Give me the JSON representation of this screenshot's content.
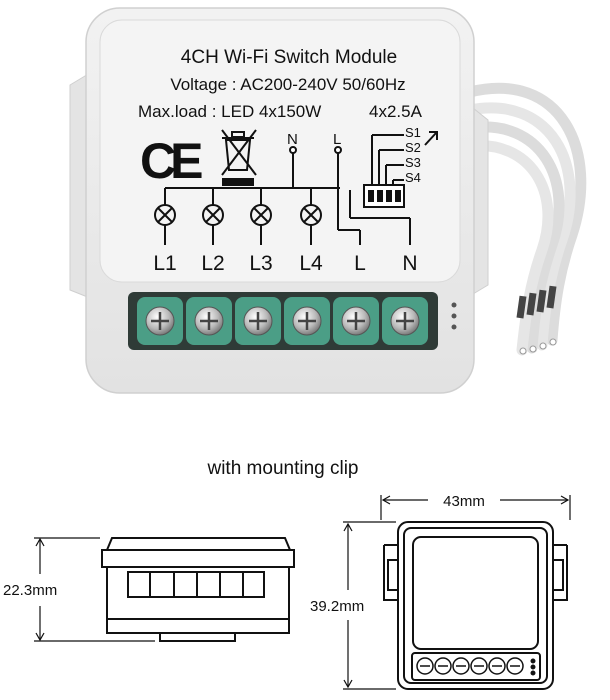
{
  "product": {
    "title": "4CH Wi-Fi Switch Module",
    "voltage": "Voltage : AC200-240V 50/60Hz",
    "max_load_led": "Max.load : LED 4x150W",
    "max_load_current": "4x2.5A"
  },
  "marks": {
    "ce": "CE",
    "weee_icon": "weee-bin-icon"
  },
  "wiring": {
    "top_neutral": "N",
    "top_live": "L",
    "switch_inputs": [
      "S1",
      "S2",
      "S3",
      "S4"
    ],
    "terminals": [
      "L1",
      "L2",
      "L3",
      "L4",
      "L",
      "N"
    ]
  },
  "caption": "with mounting clip",
  "dimensions": {
    "side_height": "22.3mm",
    "front_height": "39.2mm",
    "width": "43mm"
  },
  "colors": {
    "body": "#ebebeb",
    "terminal_green": "#4b9e86",
    "ink": "#111111"
  }
}
